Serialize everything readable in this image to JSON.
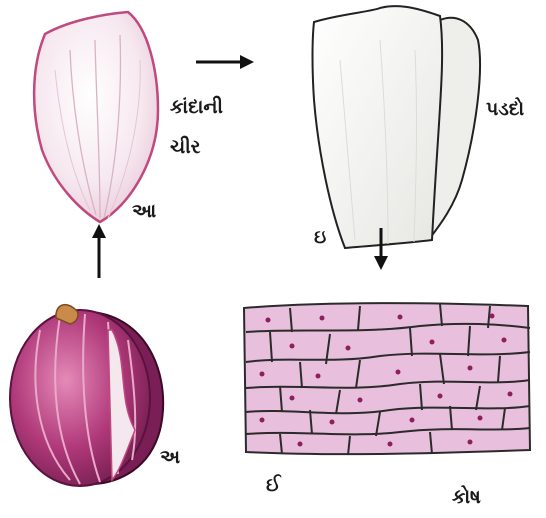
{
  "labels": {
    "onion_piece_line1": "કાંદાની",
    "onion_piece_line2": "ચીર",
    "aa": "આ",
    "a": "અ",
    "layer": "પડદો",
    "e_top": "ઇ",
    "e_bottom": "ઈ",
    "cell": "કોષ"
  },
  "colors": {
    "onion_purple": "#b0397a",
    "onion_dark": "#7a1f55",
    "onion_light": "#f3dbe8",
    "layer_white": "#f4f4f2",
    "cell_pink": "#e8bfdc",
    "cell_wall": "#2b2b2b",
    "nucleus": "#8e1f5e",
    "stem": "#c98a4a"
  }
}
